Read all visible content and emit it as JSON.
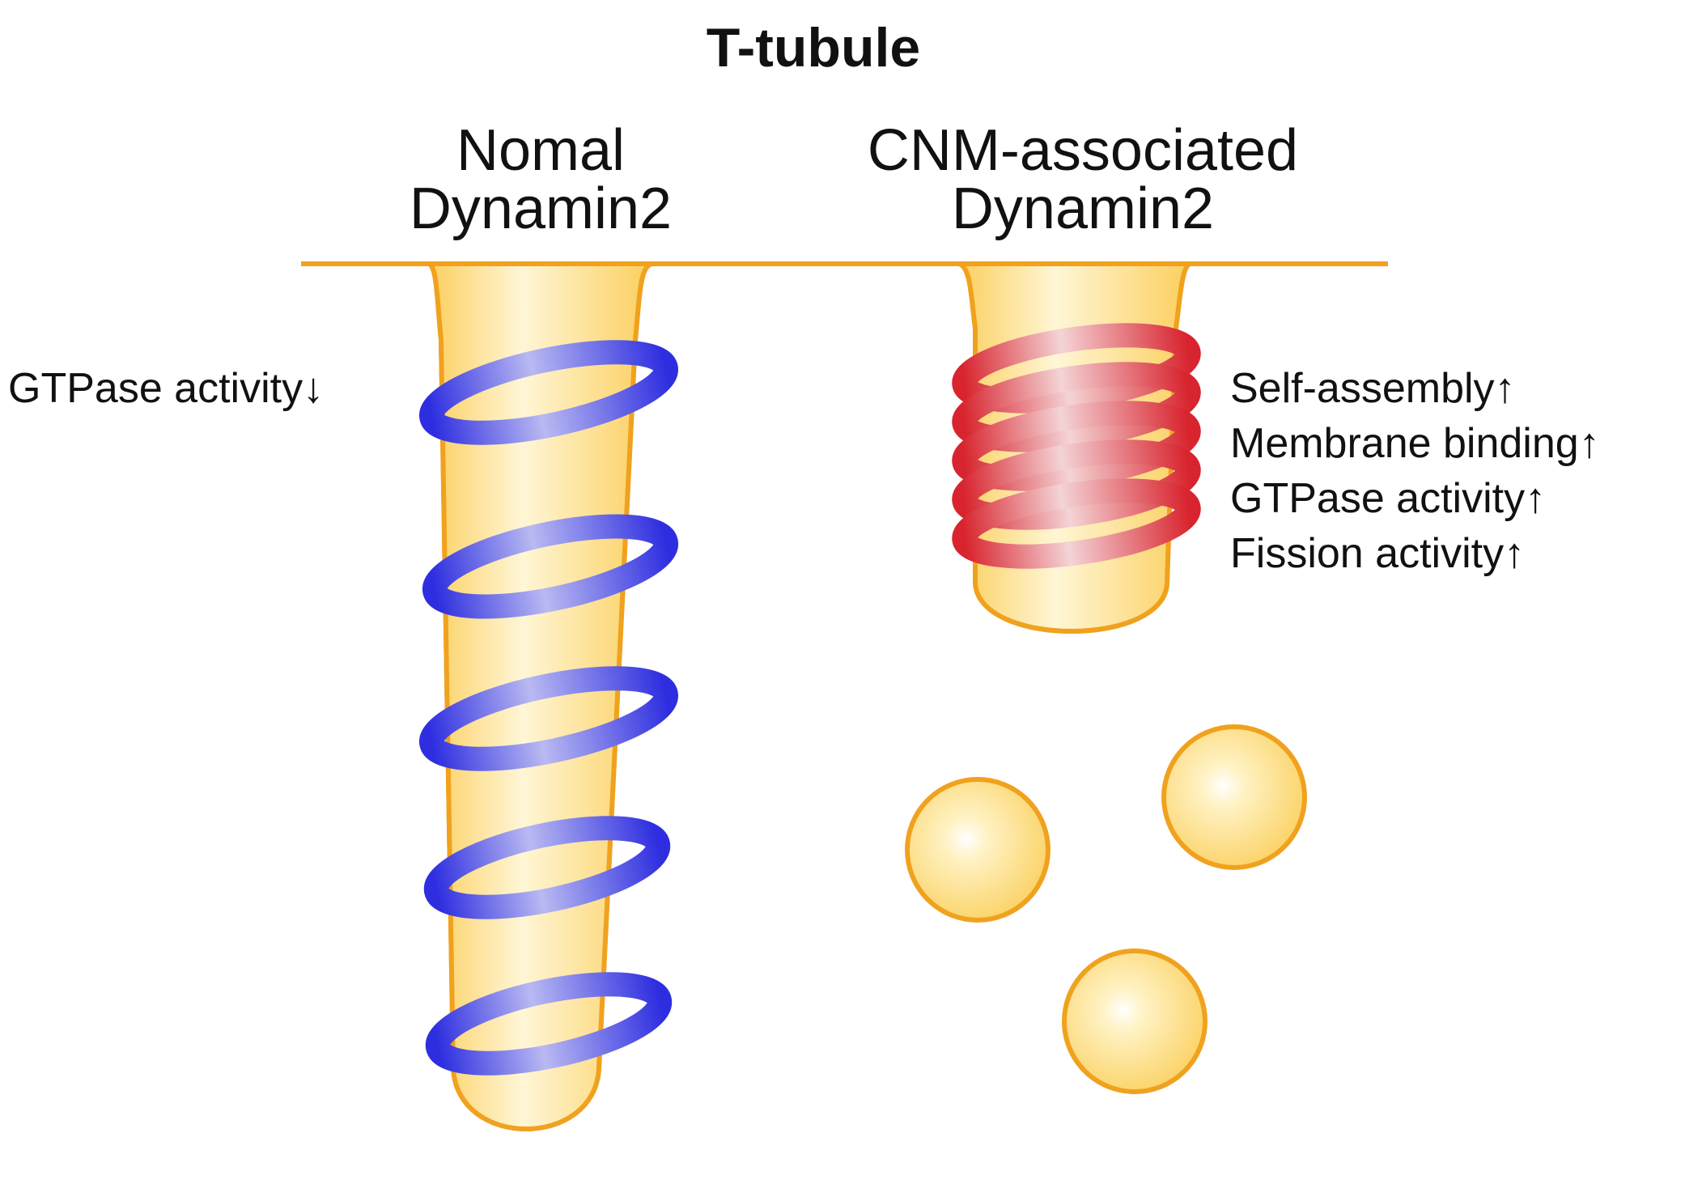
{
  "title": "T-tubule",
  "normal": {
    "heading_line1": "Nomal",
    "heading_line2": "Dynamin2",
    "annotation": "GTPase activity↓",
    "ring_color": "#3b3bdc",
    "ring_count": 5
  },
  "cnm": {
    "heading_line1": "CNM-associated",
    "heading_line2": "Dynamin2",
    "annotations": [
      "Self-assembly↑",
      "Membrane binding↑",
      "GTPase activity↑",
      "Fission activity↑"
    ],
    "ring_color": "#d9202a",
    "ring_count": 5,
    "vesicle_count": 3
  },
  "colors": {
    "membrane": "#f0a21e",
    "tubule_fill": "#fbd774",
    "vesicle_fill": "#fbd774"
  }
}
